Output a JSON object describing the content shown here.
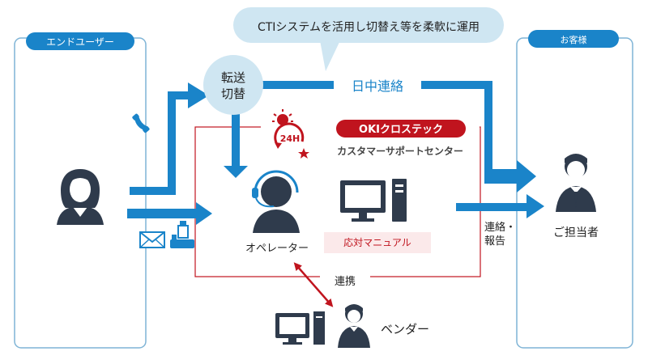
{
  "end_user_label": "エンドユーザー",
  "customer_label": "お客様",
  "cti_bubble": "CTIシステムを活用し切替え等を柔軟に運用",
  "switch_line1": "転送",
  "switch_line2": "切替",
  "daytime_contact": "日中連絡",
  "badge_24h": "24H",
  "oki_brand": "OKIクロステック",
  "center_name": "カスタマーサポートセンター",
  "operator_label": "オペレーター",
  "manual_label": "応対マニュアル",
  "report_line1": "連絡・",
  "report_line2": "報告",
  "person_in_charge": "ご担当者",
  "cooperation": "連携",
  "vendor_label": "ベンダー",
  "colors": {
    "blue": "#1a84c9",
    "navy": "#2f3b4c",
    "red": "#c0141e",
    "bubble": "#cfe6f2",
    "manual_bg": "#fbe9ea"
  },
  "icons": [
    "phone-icon",
    "mail-icon",
    "fax-icon",
    "sun-24h-icon",
    "headset-operator-icon",
    "computer-icon",
    "businessman-icon",
    "woman-user-icon"
  ]
}
